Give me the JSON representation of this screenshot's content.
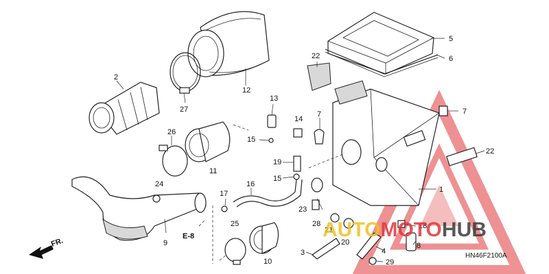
{
  "diagram": {
    "part_labels": [
      "1",
      "2",
      "3",
      "4",
      "5",
      "6",
      "7",
      "7",
      "8",
      "9",
      "10",
      "11",
      "12",
      "13",
      "14",
      "15",
      "15",
      "16",
      "17",
      "18",
      "19",
      "20",
      "21",
      "22",
      "22",
      "23",
      "24",
      "25",
      "26",
      "27",
      "28",
      "29"
    ],
    "reference_label": "E-8",
    "front_label": "FR.",
    "diagram_code": "HN46F2100A"
  },
  "watermark": {
    "text_part1": "AUTO",
    "text_part2": "MOTO",
    "text_part3": "HUB",
    "color_red": "#e0383b",
    "color_yellow": "#f0c020",
    "color_dark": "#3a3a3a"
  }
}
